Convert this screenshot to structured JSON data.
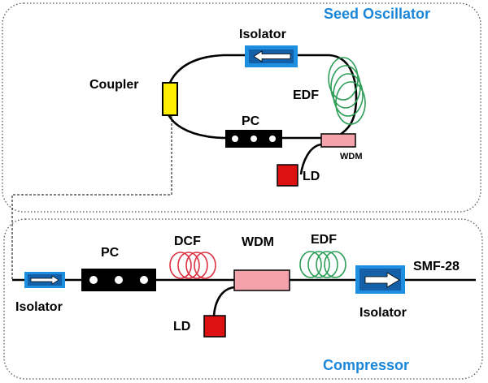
{
  "sections": {
    "seed_oscillator": "Seed Oscillator",
    "compressor": "Compressor"
  },
  "seed": {
    "isolator": "Isolator",
    "coupler": "Coupler",
    "edf": "EDF",
    "pc": "PC",
    "wdm": "WDM",
    "ld": "LD"
  },
  "comp": {
    "pc": "PC",
    "dcf": "DCF",
    "wdm": "WDM",
    "edf": "EDF",
    "smf": "SMF-28",
    "isolator_left": "Isolator",
    "isolator_right": "Isolator",
    "ld": "LD"
  },
  "colors": {
    "section_title": "#1a86d8",
    "isolator_body": "#1e8fe0",
    "coupler": "#ffee00",
    "wdm": "#f4a3ad",
    "ld": "#dd1111",
    "edf_coil": "#2e9e58",
    "dcf_coil": "#dd3344",
    "frame": "#555555",
    "fiber": "#000000"
  }
}
